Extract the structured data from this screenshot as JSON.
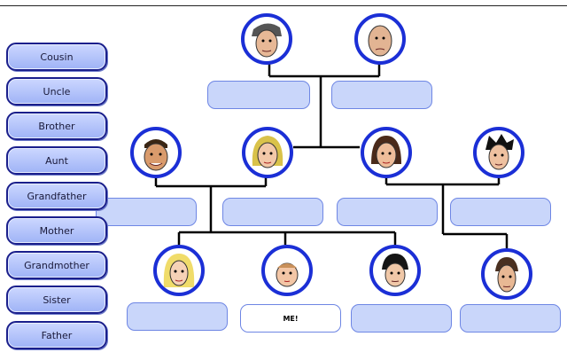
{
  "relations": [
    "Cousin",
    "Uncle",
    "Brother",
    "Aunt",
    "Grandfather",
    "Mother",
    "Grandmother",
    "Sister",
    "Father"
  ],
  "me_label": "ME!",
  "colors": {
    "ring": "#1b2fd6",
    "slot": "#c9d6fa",
    "button_border": "#1a1f8c"
  },
  "faces": [
    {
      "name": "grandfather-1",
      "icon": "face-icon"
    },
    {
      "name": "grandmother-1",
      "icon": "face-icon"
    },
    {
      "name": "uncle-1",
      "icon": "face-icon"
    },
    {
      "name": "mother-1",
      "icon": "face-icon"
    },
    {
      "name": "aunt-1",
      "icon": "face-icon"
    },
    {
      "name": "cousin-1",
      "icon": "face-icon"
    },
    {
      "name": "sister-1",
      "icon": "face-icon"
    },
    {
      "name": "me",
      "icon": "face-icon"
    },
    {
      "name": "brother-1",
      "icon": "face-icon"
    },
    {
      "name": "cousin-2",
      "icon": "face-icon"
    }
  ]
}
